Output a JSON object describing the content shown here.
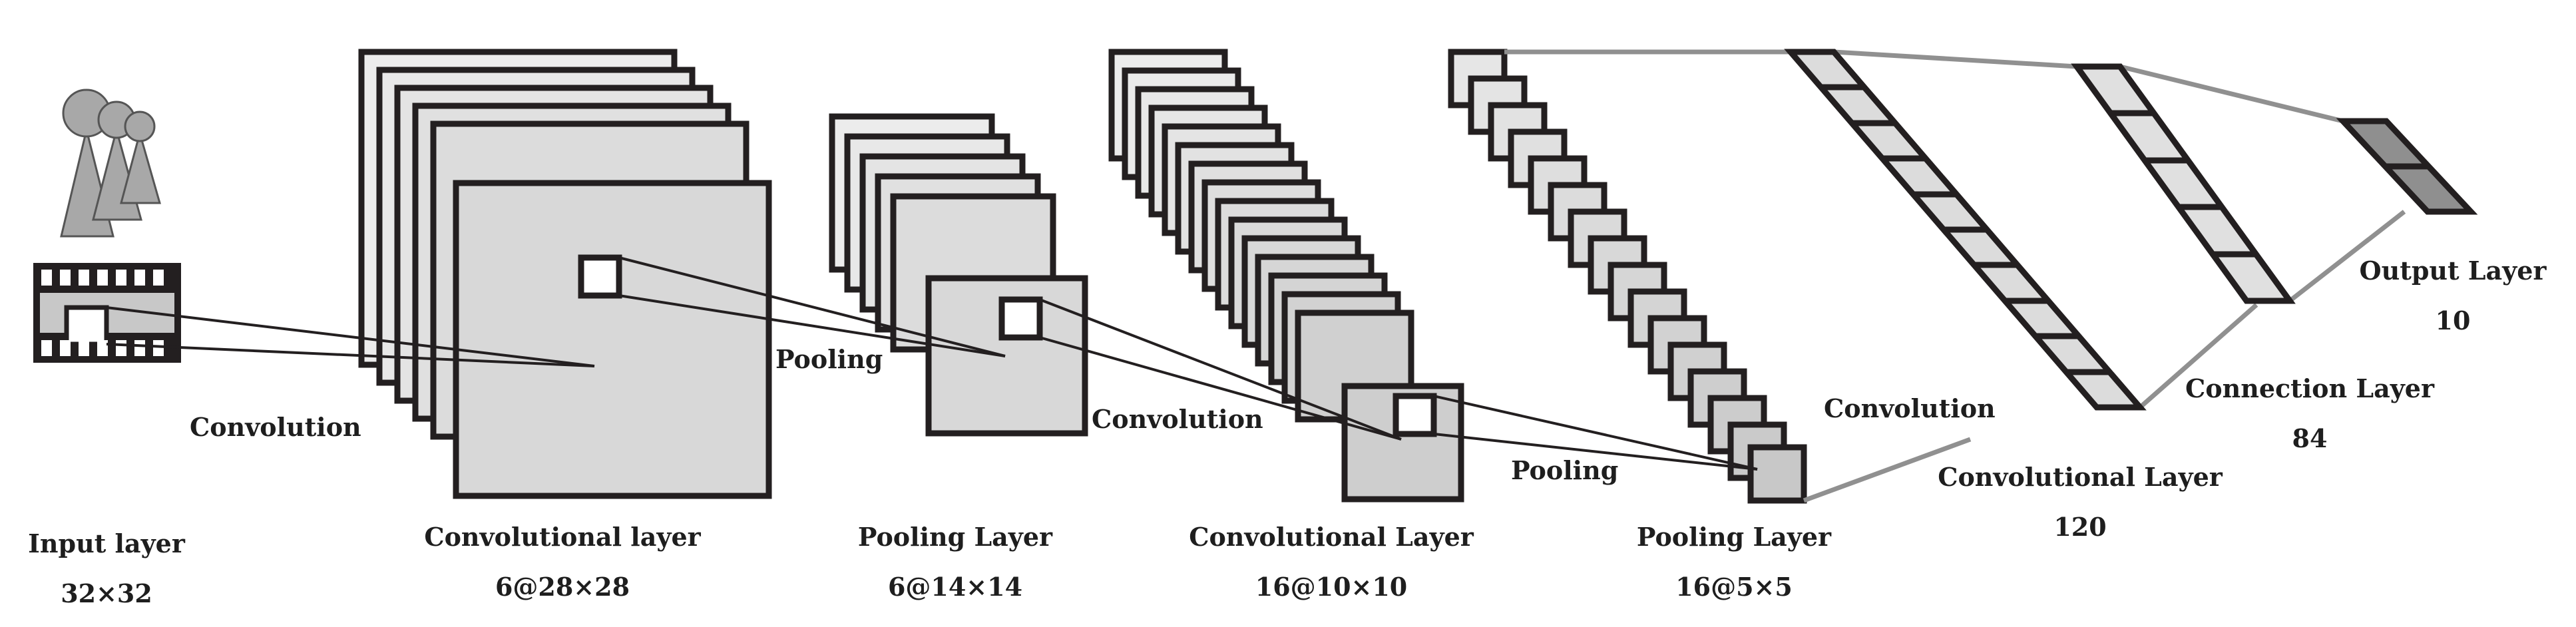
{
  "diagram": {
    "layers": [
      {
        "name": "Input layer",
        "size": "32×32"
      },
      {
        "name": "Convolutional layer",
        "size": "6@28×28"
      },
      {
        "name": "Pooling Layer",
        "size": "6@14×14"
      },
      {
        "name": "Convolutional Layer",
        "size": "16@10×10"
      },
      {
        "name": "Pooling Layer",
        "size": "16@5×5"
      },
      {
        "name": "Convolutional Layer",
        "size": "120"
      },
      {
        "name": "Connection Layer",
        "size": "84"
      },
      {
        "name": "Output Layer",
        "size": "10"
      }
    ],
    "operations": [
      "Convolution",
      "Pooling",
      "Convolution",
      "Pooling",
      "Convolution"
    ]
  }
}
